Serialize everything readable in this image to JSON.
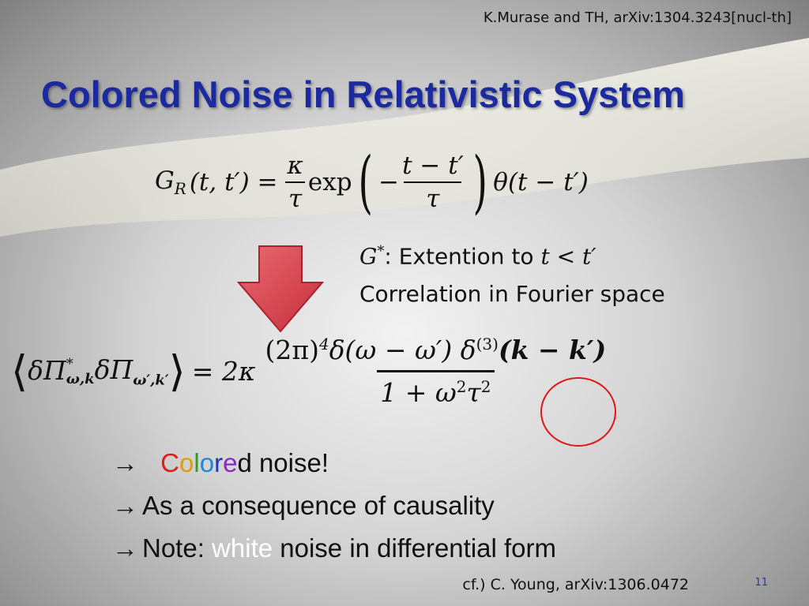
{
  "citation": "K.Murase and TH, arXiv:1304.3243[nucl-th]",
  "title": "Colored Noise in Relativistic System",
  "equation1": {
    "lhs": "G",
    "lhs_sub": "R",
    "lhs_args": "(t, t′) =",
    "frac_num": "κ",
    "frac_den": "τ",
    "func": "exp",
    "inner_sign": "−",
    "inner_num": "t − t′",
    "inner_den": "τ",
    "tail": "θ(t − t′)"
  },
  "notes": {
    "line1_sym": "G",
    "line1_sup": "*",
    "line1_text": ": Extention to ",
    "line1_math": "t < t′",
    "line2_text": "Correlation in Fourier space"
  },
  "equation2": {
    "lhs_delta1": "δΠ",
    "lhs_sup1": "*",
    "lhs_sub1": "ω,k",
    "lhs_delta2": "δΠ",
    "lhs_sub2": "ω′,k′",
    "equals": "= 2κ",
    "num_part1": "(2π)",
    "num_sup1": "4",
    "num_part2": "δ(ω − ω′) δ",
    "num_sup2": "(3)",
    "num_part3": "(k − k′)",
    "den_part1": "1 + ω",
    "den_sup1": "2",
    "den_part2": "τ",
    "den_sup2": "2"
  },
  "bullets": {
    "arrow": "→",
    "b1_letters": [
      "C",
      "o",
      "l",
      "o",
      "r",
      "e"
    ],
    "b1_letter_colors": [
      "#e31b1b",
      "#d8a000",
      "#2e9b2e",
      "#1e88d6",
      "#2233c8",
      "#8a2bbf"
    ],
    "b1_rest": "d noise!",
    "b2_text": "As a consequence of causality",
    "b3_prefix": "Note: ",
    "b3_white": "white",
    "b3_rest": " noise in differential form"
  },
  "reference": "cf.) C. Young, arXiv:1306.0472",
  "page_number": "11",
  "colors": {
    "title": "#1c2aa0",
    "arrow_fill": "#d9454e",
    "circle": "#e31515"
  }
}
